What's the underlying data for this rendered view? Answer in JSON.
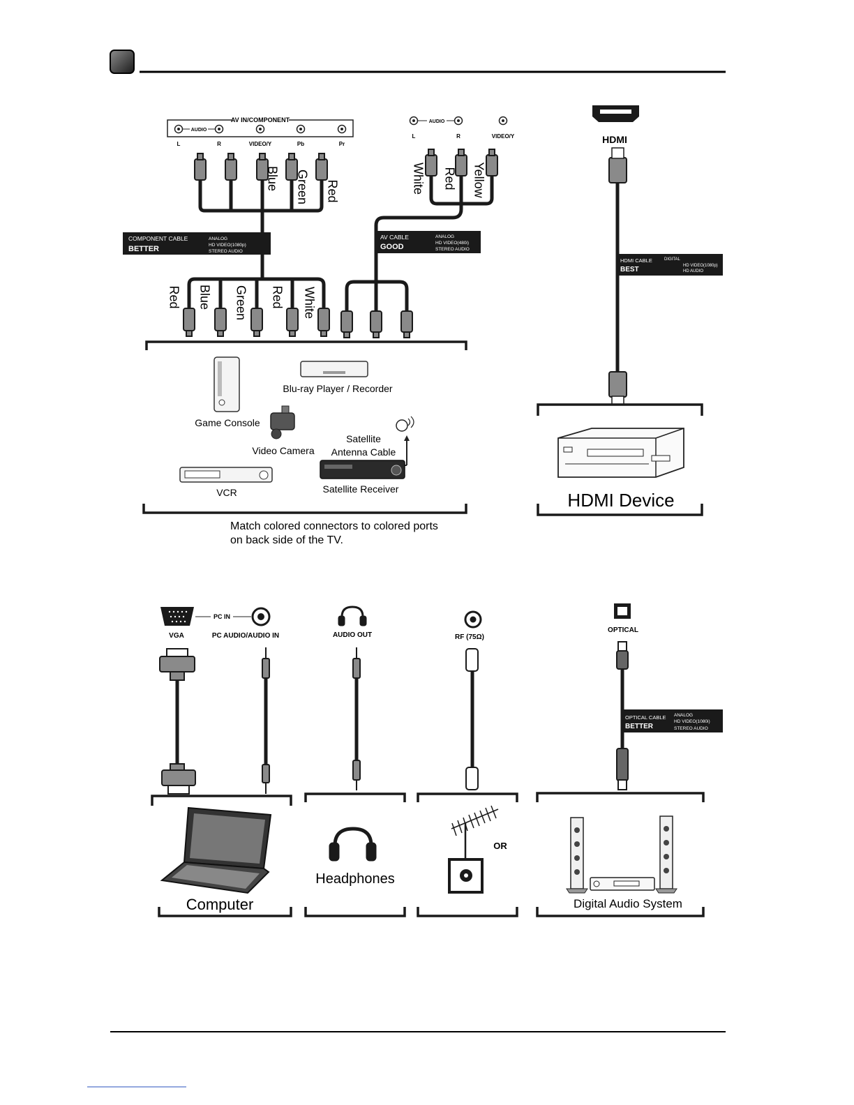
{
  "component_panel": {
    "title": "AV IN/COMPONENT",
    "audio": "AUDIO",
    "ports": [
      "L",
      "R",
      "VIDEO/Y",
      "Pb",
      "Pr"
    ]
  },
  "component_plug_colors": [
    "Blue",
    "Green",
    "Red"
  ],
  "component_badge": {
    "name": "COMPONENT CABLE",
    "rating": "BETTER",
    "spec1": "ANALOG",
    "spec2": "HD VIDEO(1080p)",
    "spec3": "STEREO AUDIO"
  },
  "component_bottom_colors": [
    "Red",
    "Blue",
    "Green",
    "Red",
    "White"
  ],
  "av_panel": {
    "audio": "AUDIO",
    "ports": [
      "L",
      "R",
      "VIDEO/Y"
    ]
  },
  "av_plug_colors": [
    "White",
    "Red",
    "Yellow"
  ],
  "av_badge": {
    "name": "AV CABLE",
    "rating": "GOOD",
    "spec1": "ANALOG",
    "spec2": "HD VIDEO(480i)",
    "spec3": "STEREO AUDIO"
  },
  "hdmi": {
    "port_label": "HDMI"
  },
  "hdmi_badge": {
    "name": "HDMI CABLE",
    "rating": "BEST",
    "spec1": "DIGITAL",
    "spec2": "HD VIDEO(1080p)",
    "spec3": "HD AUDIO"
  },
  "devices": {
    "bluray": "Blu-ray Player / Recorder",
    "game": "Game Console",
    "camera": "Video Camera",
    "satellite_cable_1": "Satellite",
    "satellite_cable_2": "Antenna Cable",
    "vcr": "VCR",
    "satellite_receiver": "Satellite Receiver",
    "hdmi_device": "HDMI Device",
    "computer": "Computer",
    "headphones": "Headphones",
    "or": "OR",
    "digital_audio": "Digital Audio System"
  },
  "note_line1": "Match colored connectors to colored ports",
  "note_line2": "on back side of the TV.",
  "pc_panel": {
    "pc_in": "PC IN",
    "vga": "VGA",
    "pc_audio": "PC AUDIO/AUDIO IN"
  },
  "audio_out": "AUDIO OUT",
  "rf": "RF (75Ω)",
  "optical": "OPTICAL",
  "optical_badge": {
    "name": "OPTICAL CABLE",
    "rating": "BETTER",
    "spec1": "ANALOG",
    "spec2": "HD VIDEO(1080i)",
    "spec3": "STEREO AUDIO"
  },
  "colors": {
    "ink": "#1a1a1a",
    "badge_bg": "#1a1a1a",
    "plug": "#8a8a8a"
  }
}
